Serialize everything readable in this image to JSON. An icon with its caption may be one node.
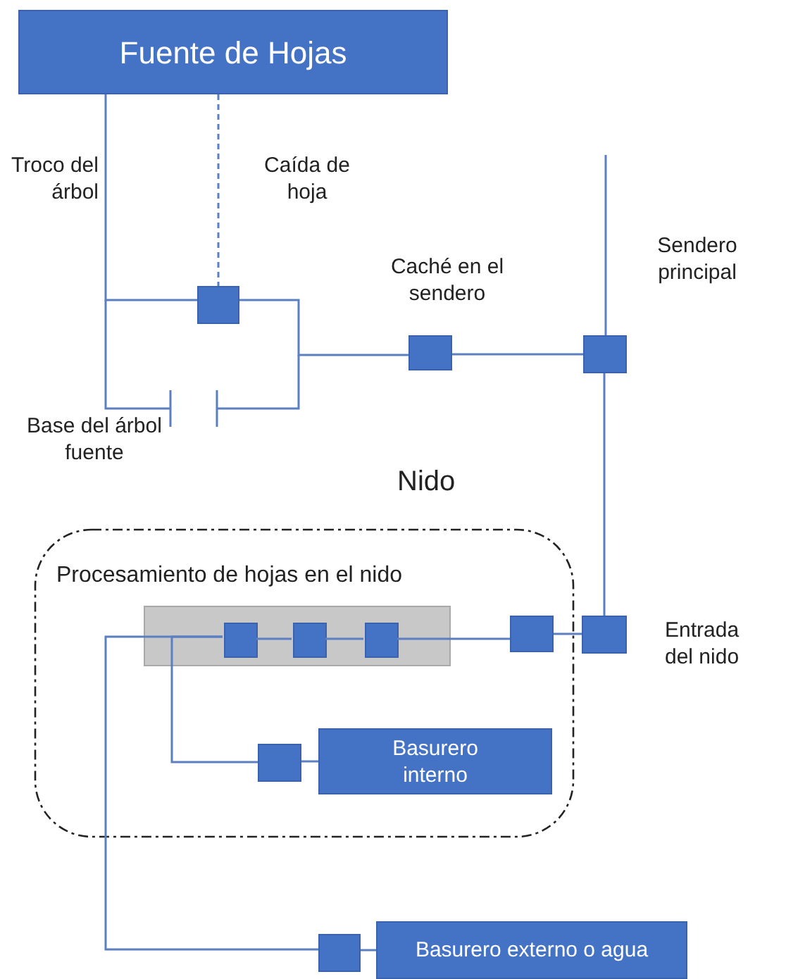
{
  "diagram": {
    "nodes": [
      {
        "text": [
          "Fuente de Hojas"
        ]
      },
      {
        "text": [],
        "shape": "box"
      },
      {
        "text": [],
        "shape": "box",
        "beside": [
          "Caché en el sendero"
        ]
      },
      {
        "text": [],
        "shape": "box"
      },
      {
        "text": [
          "Nido",
          "Procesamiento de hojas en el nido"
        ]
      },
      {
        "text": [],
        "shape": "bar",
        "in": 4
      },
      {
        "text": [],
        "shape": "box",
        "in": 5
      },
      {
        "text": [],
        "shape": "box",
        "in": 5
      },
      {
        "text": [],
        "shape": "box",
        "in": 5
      },
      {
        "text": [],
        "shape": "box",
        "in": 4
      },
      {
        "text": [],
        "shape": "box",
        "beside": [
          "Entrada del nido"
        ]
      },
      {
        "text": [],
        "shape": "box",
        "in": 4
      },
      {
        "text": [
          "Basurero interno"
        ],
        "in": 4
      },
      {
        "text": [],
        "shape": "box"
      },
      {
        "text": [
          "Basurero externo o agua"
        ]
      }
    ],
    "edges": [
      {
        "from": 0,
        "to": 1,
        "arrow": "none"
      },
      {
        "from": 0,
        "to": 1,
        "arrow": "none",
        "style": "dashed"
      },
      {
        "from": 1,
        "to": 2,
        "arrow": "none"
      },
      {
        "from": 2,
        "to": 3,
        "arrow": "none"
      },
      {
        "from": null,
        "to": 3,
        "arrow": "none"
      },
      {
        "from": 3,
        "to": 10,
        "arrow": "none"
      },
      {
        "from": 10,
        "to": 9,
        "arrow": "none"
      },
      {
        "from": 9,
        "to": 8,
        "arrow": "none"
      },
      {
        "from": 8,
        "to": 7,
        "arrow": "none"
      },
      {
        "from": 7,
        "to": 6,
        "arrow": "none"
      },
      {
        "from": 6,
        "to": 11,
        "arrow": "none"
      },
      {
        "from": 6,
        "to": 13,
        "arrow": "none"
      },
      {
        "from": 11,
        "to": 12,
        "arrow": "none"
      },
      {
        "from": 13,
        "to": 14,
        "arrow": "none"
      }
    ],
    "labels": [
      "Troco del árbol",
      "Caída de hoja",
      "Sendero principal",
      "Base del árbol fuente"
    ]
  }
}
